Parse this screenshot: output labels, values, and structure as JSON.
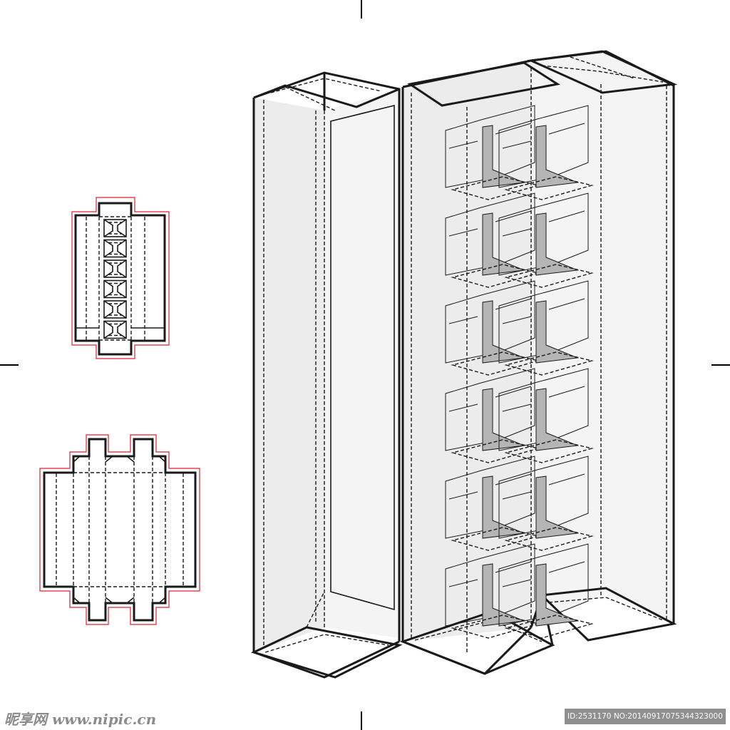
{
  "watermark": {
    "site_text": "昵享网 www.nipic.cn",
    "id_text": "ID:2531170 NO:20140917075344323000"
  },
  "colors": {
    "line": "#1a1a1a",
    "bleed_outline": "#e0202a",
    "panel_fill": "#ececec",
    "shade_fill": "#b5b5b5",
    "watermark_box": "#8f8f8f"
  },
  "diagram": {
    "insert_compartment_count": 6,
    "box_cell_rows": 6,
    "box_cell_columns": 2
  }
}
